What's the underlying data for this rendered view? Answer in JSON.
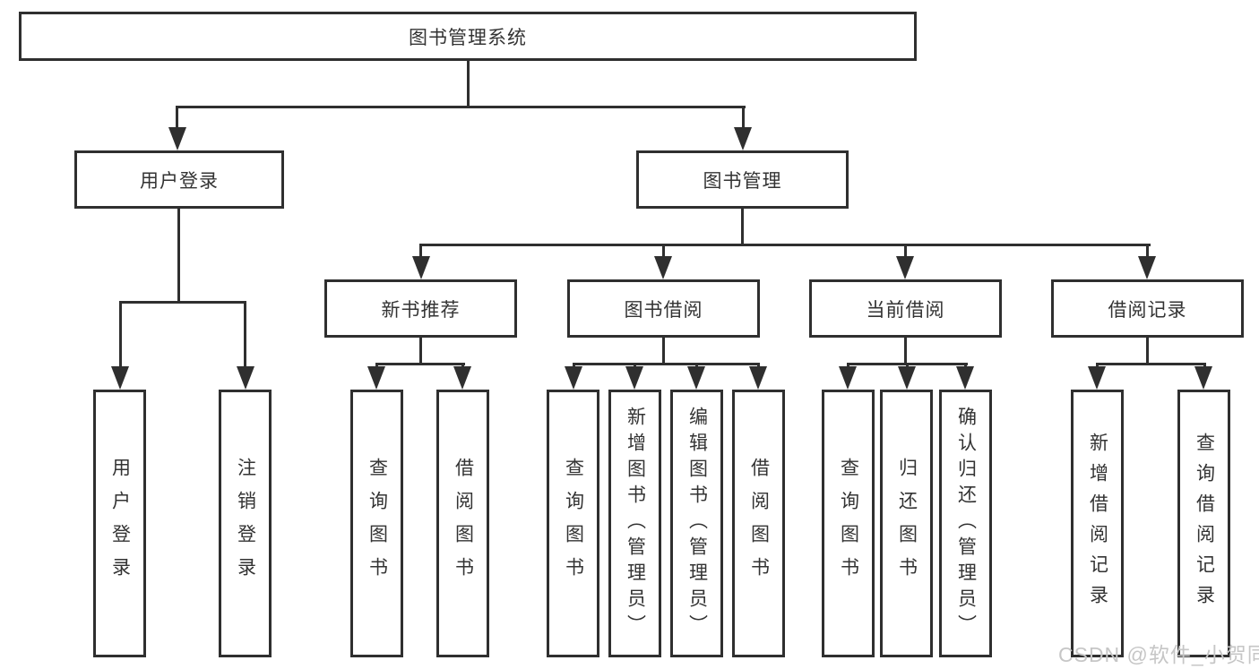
{
  "tree": {
    "label": "图书管理系统",
    "children": [
      {
        "label": "用户登录",
        "children": [
          {
            "label": "用户登录"
          },
          {
            "label": "注销登录"
          }
        ]
      },
      {
        "label": "图书管理",
        "children": [
          {
            "label": "新书推荐",
            "children": [
              {
                "label": "查询图书"
              },
              {
                "label": "借阅图书"
              }
            ]
          },
          {
            "label": "图书借阅",
            "children": [
              {
                "label": "查询图书"
              },
              {
                "label": "新增图书（管理员）"
              },
              {
                "label": "编辑图书（管理员）"
              },
              {
                "label": "借阅图书"
              }
            ]
          },
          {
            "label": "当前借阅",
            "children": [
              {
                "label": "查询图书"
              },
              {
                "label": "归还图书"
              },
              {
                "label": "确认归还（管理员）"
              }
            ]
          },
          {
            "label": "借阅记录",
            "children": [
              {
                "label": "新增借阅记录"
              },
              {
                "label": "查询借阅记录"
              }
            ]
          }
        ]
      }
    ]
  },
  "watermark": {
    "text": "CSDN @软件_小贺同学"
  },
  "colors": {
    "line": "#2f2f2f",
    "text": "#333333",
    "background": "#ffffff",
    "watermark": "#c6c6c6"
  }
}
